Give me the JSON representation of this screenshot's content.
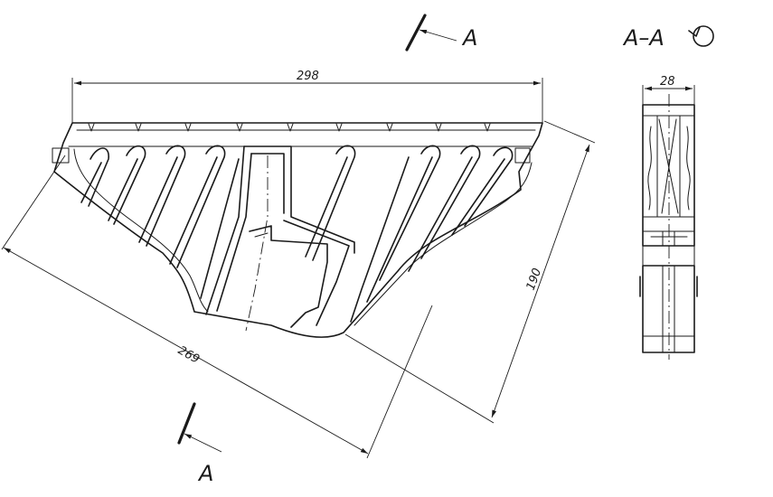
{
  "section_marker_top": "A",
  "section_marker_bottom": "A",
  "section_title": "A–A",
  "dimensions": {
    "width_top": "298",
    "long_edge": "269",
    "diagonal": "190",
    "thickness": "28"
  },
  "icons": {
    "rotation_symbol": "rotated-view-icon"
  }
}
